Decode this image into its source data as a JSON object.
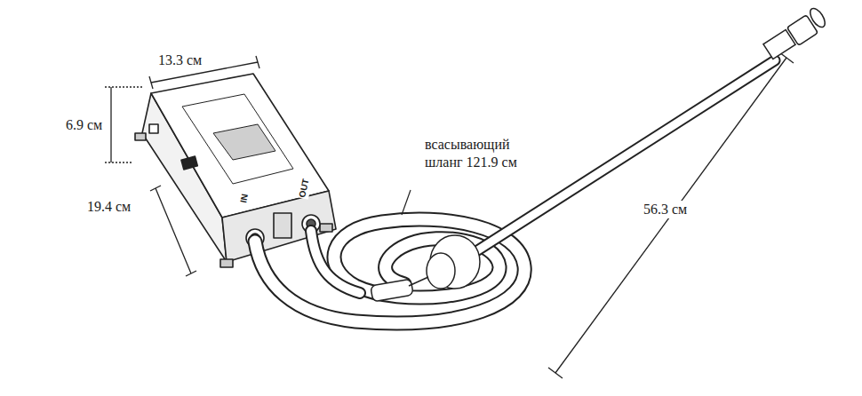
{
  "diagram": {
    "labels": [
      "13.3 см",
      "6.9 см",
      "19.4 см",
      "IN",
      "OUT",
      "всасывающий шланг 121.9 см",
      "56.3 см"
    ]
  }
}
